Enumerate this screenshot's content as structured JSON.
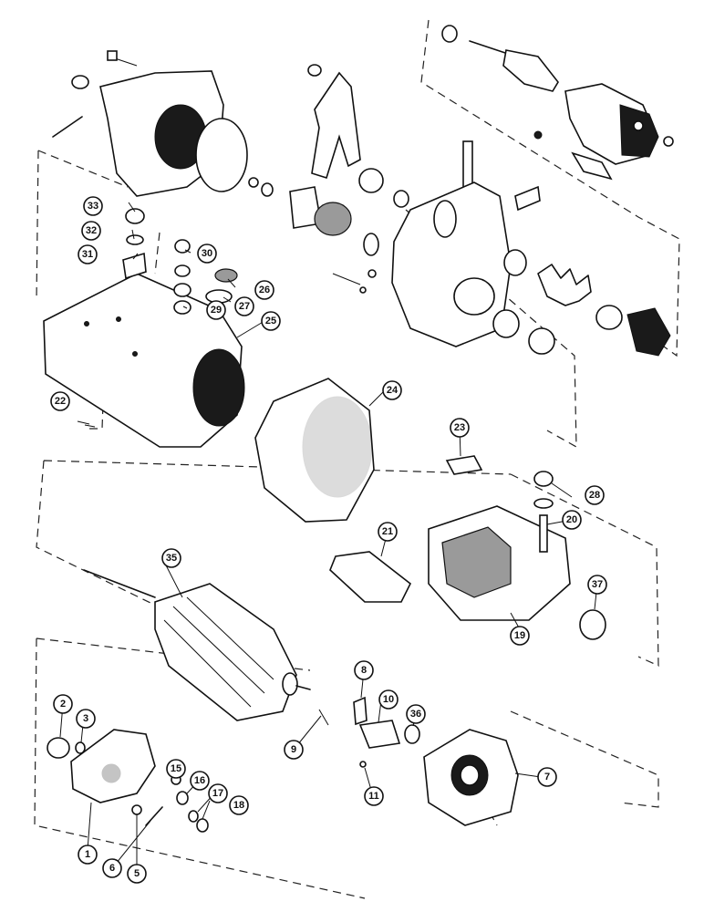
{
  "diagram": {
    "callouts": [
      {
        "id": "c1",
        "label": "1"
      },
      {
        "id": "c2",
        "label": "2"
      },
      {
        "id": "c3",
        "label": "3"
      },
      {
        "id": "c5",
        "label": "5"
      },
      {
        "id": "c6",
        "label": "6"
      },
      {
        "id": "c7",
        "label": "7"
      },
      {
        "id": "c8",
        "label": "8"
      },
      {
        "id": "c9",
        "label": "9"
      },
      {
        "id": "c10",
        "label": "10"
      },
      {
        "id": "c11",
        "label": "11"
      },
      {
        "id": "c15",
        "label": "15"
      },
      {
        "id": "c16",
        "label": "16"
      },
      {
        "id": "c17",
        "label": "17"
      },
      {
        "id": "c18",
        "label": "18"
      },
      {
        "id": "c19",
        "label": "19"
      },
      {
        "id": "c20",
        "label": "20"
      },
      {
        "id": "c21",
        "label": "21"
      },
      {
        "id": "c22",
        "label": "22"
      },
      {
        "id": "c23",
        "label": "23"
      },
      {
        "id": "c24",
        "label": "24"
      },
      {
        "id": "c25",
        "label": "25"
      },
      {
        "id": "c26",
        "label": "26"
      },
      {
        "id": "c27",
        "label": "27"
      },
      {
        "id": "c28",
        "label": "28"
      },
      {
        "id": "c29",
        "label": "29"
      },
      {
        "id": "c30",
        "label": "30"
      },
      {
        "id": "c31",
        "label": "31"
      },
      {
        "id": "c32",
        "label": "32"
      },
      {
        "id": "c33",
        "label": "33"
      },
      {
        "id": "c35",
        "label": "35"
      },
      {
        "id": "c36",
        "label": "36"
      },
      {
        "id": "c37",
        "label": "37"
      }
    ]
  }
}
